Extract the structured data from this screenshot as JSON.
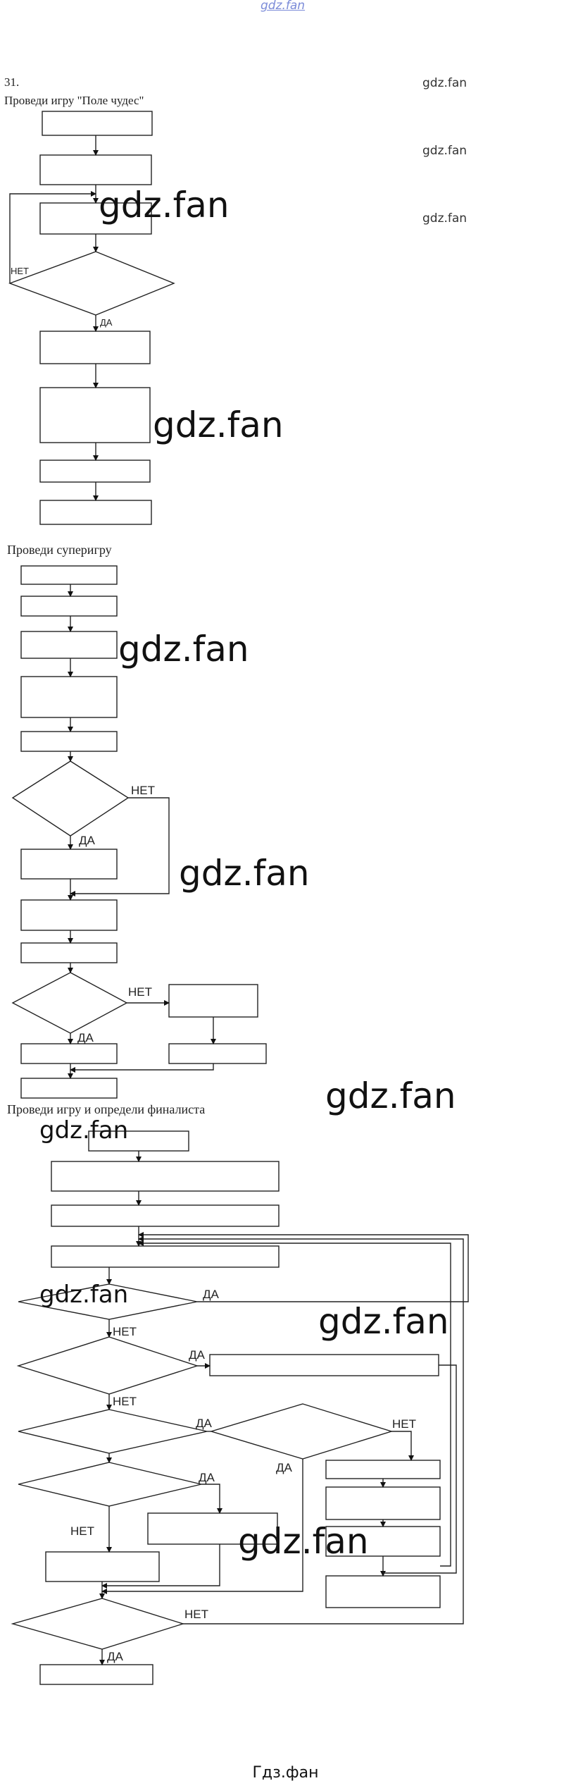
{
  "header": {
    "site": "gdz.fan"
  },
  "task": {
    "number": "31."
  },
  "sections": {
    "s1": "Проведи игру \"Поле чудес\"",
    "s2": "Проведи суперигру",
    "s3": "Проведи игру и определи финалиста"
  },
  "labels": {
    "yes": "ДА",
    "no": "НЕТ"
  },
  "watermark": "gdz.fan",
  "footer": "Гдз.фан"
}
